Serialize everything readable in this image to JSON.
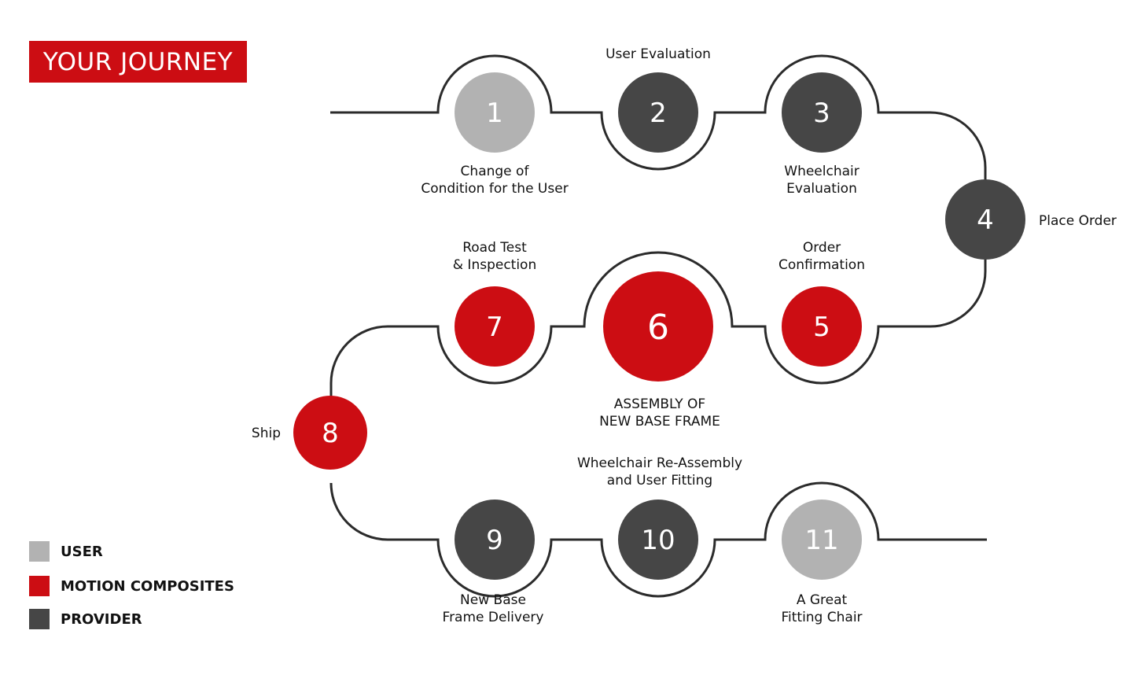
{
  "title": "YOUR JOURNEY",
  "colors": {
    "user": "#b2b2b2",
    "motion_composites": "#cc0d13",
    "provider": "#464646",
    "track": "#2b2b2b"
  },
  "legend": [
    {
      "label": "USER",
      "color": "#b2b2b2"
    },
    {
      "label": "MOTION COMPOSITES",
      "color": "#cc0d13"
    },
    {
      "label": "PROVIDER",
      "color": "#464646"
    }
  ],
  "steps": [
    {
      "number": "1",
      "role": "user",
      "label": [
        "Change of",
        "Condition for the User"
      ]
    },
    {
      "number": "2",
      "role": "provider",
      "label": [
        "User Evaluation"
      ]
    },
    {
      "number": "3",
      "role": "provider",
      "label": [
        "Wheelchair",
        "Evaluation"
      ]
    },
    {
      "number": "4",
      "role": "provider",
      "label": [
        "Place Order"
      ]
    },
    {
      "number": "5",
      "role": "motion_composites",
      "label": [
        "Order",
        "Confirmation"
      ]
    },
    {
      "number": "6",
      "role": "motion_composites",
      "label": [
        "ASSEMBLY OF",
        "NEW BASE FRAME"
      ]
    },
    {
      "number": "7",
      "role": "motion_composites",
      "label": [
        "Road Test",
        "& Inspection"
      ]
    },
    {
      "number": "8",
      "role": "motion_composites",
      "label": [
        "Ship"
      ]
    },
    {
      "number": "9",
      "role": "provider",
      "label": [
        "New Base",
        "Frame Delivery"
      ]
    },
    {
      "number": "10",
      "role": "provider",
      "label": [
        "Wheelchair Re-Assembly",
        "and User Fitting"
      ]
    },
    {
      "number": "11",
      "role": "user",
      "label": [
        "A Great",
        "Fitting Chair"
      ]
    }
  ]
}
